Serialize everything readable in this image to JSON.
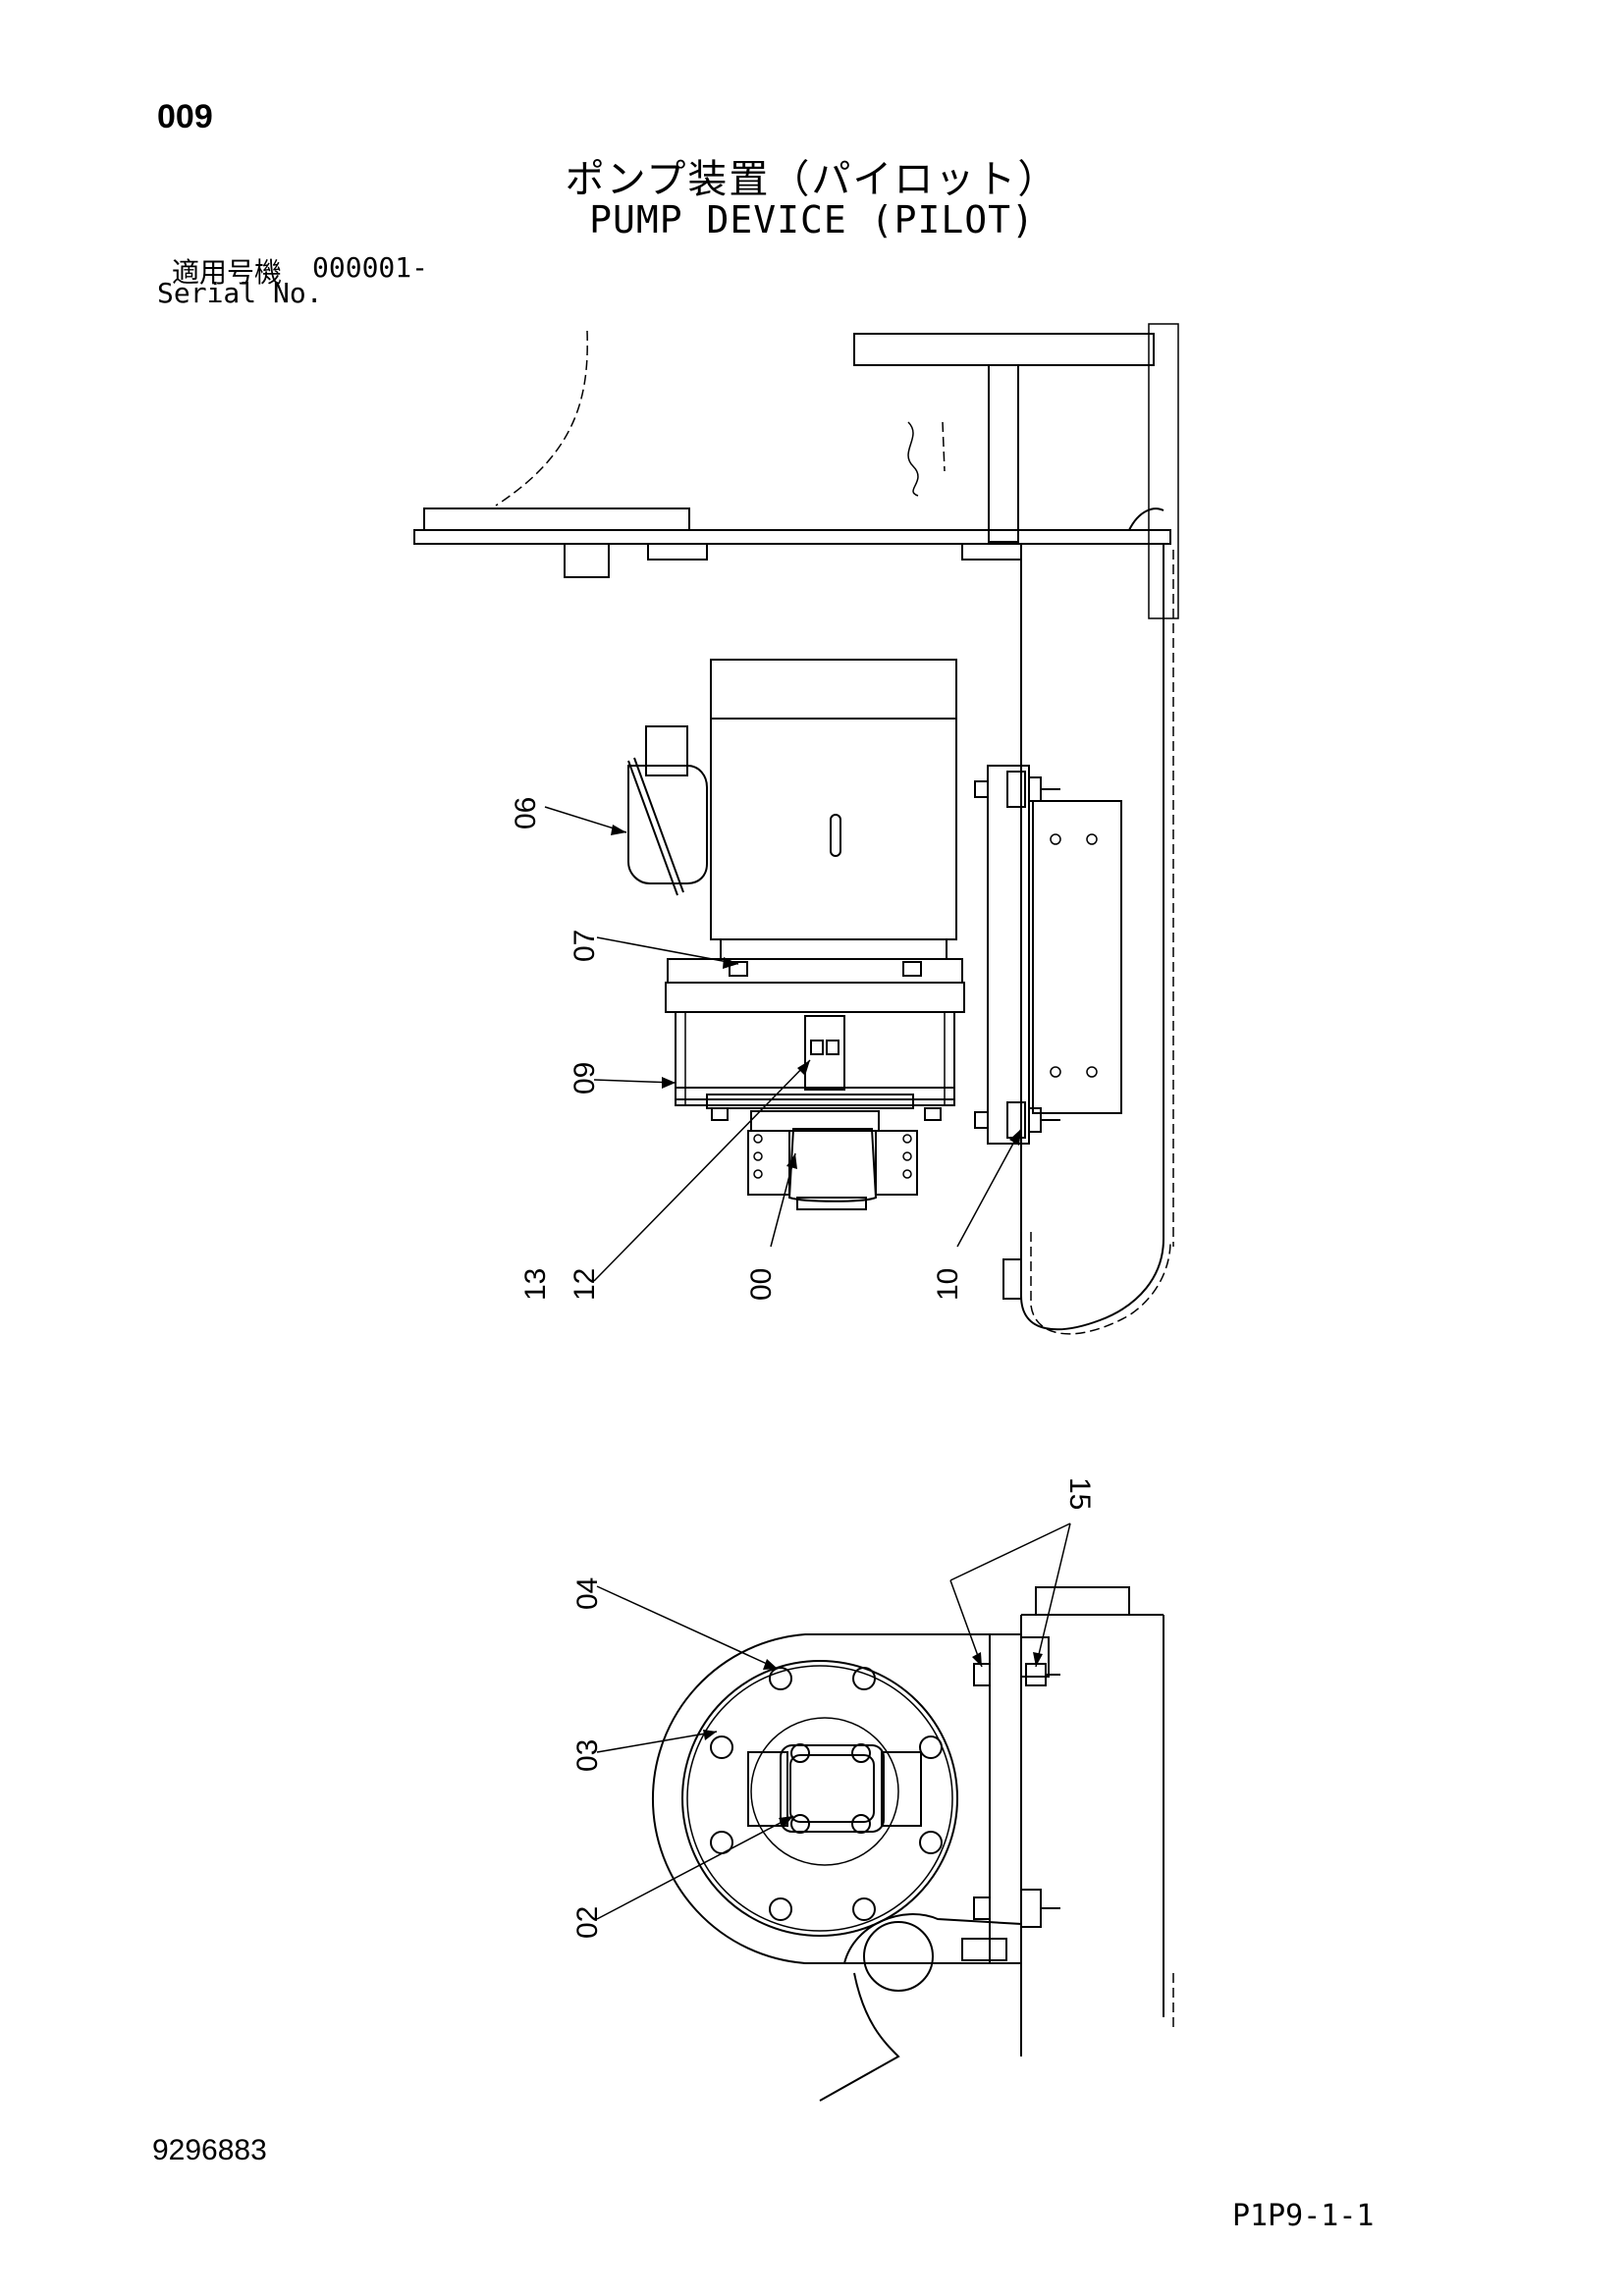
{
  "header": {
    "page_number": "009",
    "title_jp": "ポンプ装置（パイロット）",
    "title_en": "PUMP DEVICE (PILOT)",
    "serial_label_jp": "適用号機",
    "serial_value": "000001-",
    "serial_label_en": "Serial No."
  },
  "callouts": {
    "c06": "06",
    "c07": "07",
    "c09": "09",
    "c13": "13",
    "c12": "12",
    "c00": "00",
    "c10": "10",
    "c15": "15",
    "c04": "04",
    "c03": "03",
    "c02": "02"
  },
  "footer": {
    "doc_number": "9296883",
    "page_ref": "P1P9-1-1"
  }
}
